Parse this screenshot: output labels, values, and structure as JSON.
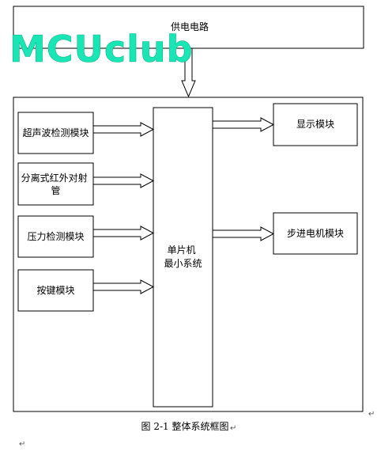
{
  "diagram": {
    "power_supply": "供电电路",
    "mcu": [
      "单片机",
      "最小系统"
    ],
    "inputs": [
      {
        "label": [
          "超声波检测模块"
        ]
      },
      {
        "label": [
          "分离式红外对射",
          "管"
        ]
      },
      {
        "label": [
          "压力检测模块"
        ]
      },
      {
        "label": [
          "按键模块"
        ]
      }
    ],
    "outputs": [
      {
        "label": [
          "显示模块"
        ]
      },
      {
        "label": [
          "步进电机模块"
        ]
      }
    ],
    "caption": "图 2-1  整体系统框图",
    "watermark": "MCUclub",
    "paragraph_mark": "↵"
  }
}
